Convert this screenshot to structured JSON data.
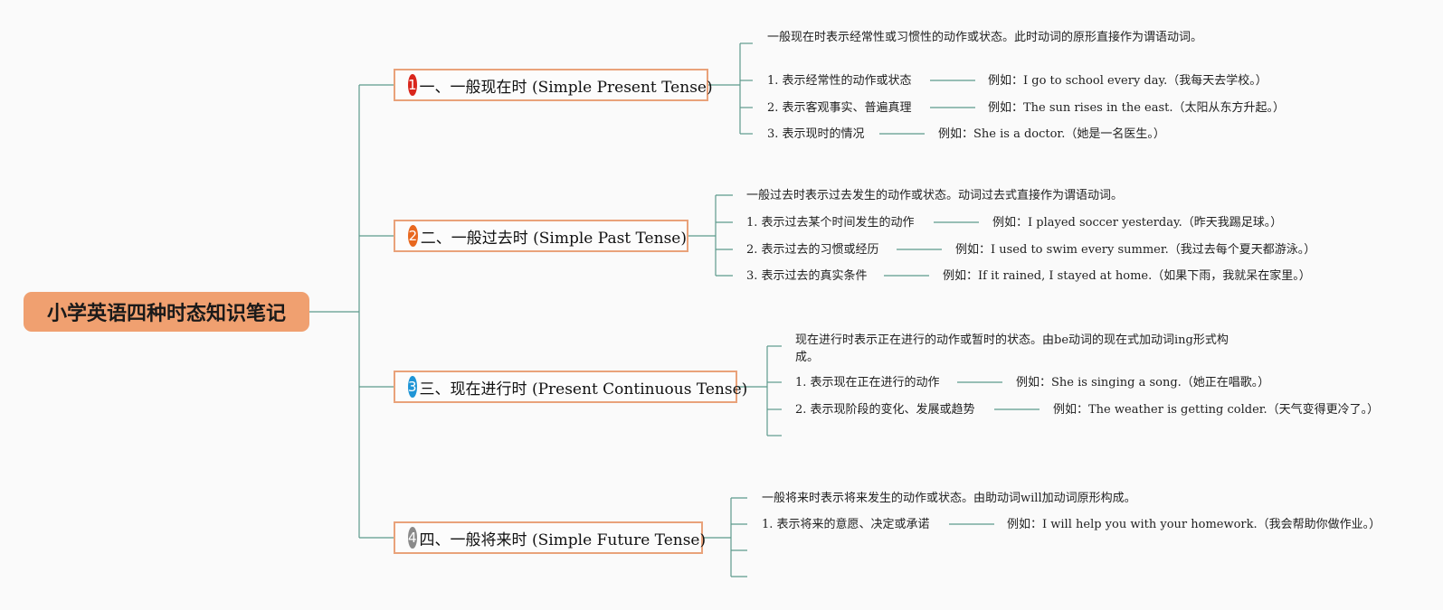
{
  "root": {
    "title": "小学英语四种时态知识笔记"
  },
  "colors": {
    "line": "#5c9a8c",
    "box_border": "#e9a27a",
    "root_bg": "#f0a070",
    "badges": [
      "#d9261c",
      "#e8681f",
      "#1f95d6",
      "#8a8a8a"
    ]
  },
  "branches": [
    {
      "badge": "1",
      "title": "一、一般现在时 (Simple Present Tense)",
      "definition": "一般现在时表示经常性或习惯性的动作或状态。此时动词的原形直接作为谓语动词。",
      "points": [
        {
          "label": "1. 表示经常性的动作或状态",
          "example": "例如：I go to school every day.（我每天去学校。）"
        },
        {
          "label": "2. 表示客观事实、普遍真理",
          "example": "例如：The sun rises in the east.（太阳从东方升起。）"
        },
        {
          "label": "3. 表示现时的情况",
          "example": "例如：She is a doctor.（她是一名医生。）"
        }
      ]
    },
    {
      "badge": "2",
      "title": "二、一般过去时 (Simple Past Tense)",
      "definition": "一般过去时表示过去发生的动作或状态。动词过去式直接作为谓语动词。",
      "points": [
        {
          "label": "1. 表示过去某个时间发生的动作",
          "example": "例如：I played soccer yesterday.（昨天我踢足球。）"
        },
        {
          "label": "2. 表示过去的习惯或经历",
          "example": "例如：I used to swim every summer.（我过去每个夏天都游泳。）"
        },
        {
          "label": "3. 表示过去的真实条件",
          "example": "例如：If it rained, I stayed at home.（如果下雨，我就呆在家里。）"
        }
      ]
    },
    {
      "badge": "3",
      "title": "三、现在进行时 (Present Continuous Tense)",
      "definition": "现在进行时表示正在进行的动作或暂时的状态。由be动词的现在式加动词ing形式构成。",
      "points": [
        {
          "label": "1. 表示现在正在进行的动作",
          "example": "例如：She is singing a song.（她正在唱歌。）"
        },
        {
          "label": "2. 表示现阶段的变化、发展或趋势",
          "example": "例如：The weather is getting colder.（天气变得更冷了。）"
        }
      ]
    },
    {
      "badge": "4",
      "title": "四、一般将来时 (Simple Future Tense)",
      "definition": "一般将来时表示将来发生的动作或状态。由助动词will加动词原形构成。",
      "points": [
        {
          "label": "1. 表示将来的意愿、决定或承诺",
          "example": "例如：I will help you with your homework.（我会帮助你做作业。）"
        }
      ]
    }
  ]
}
